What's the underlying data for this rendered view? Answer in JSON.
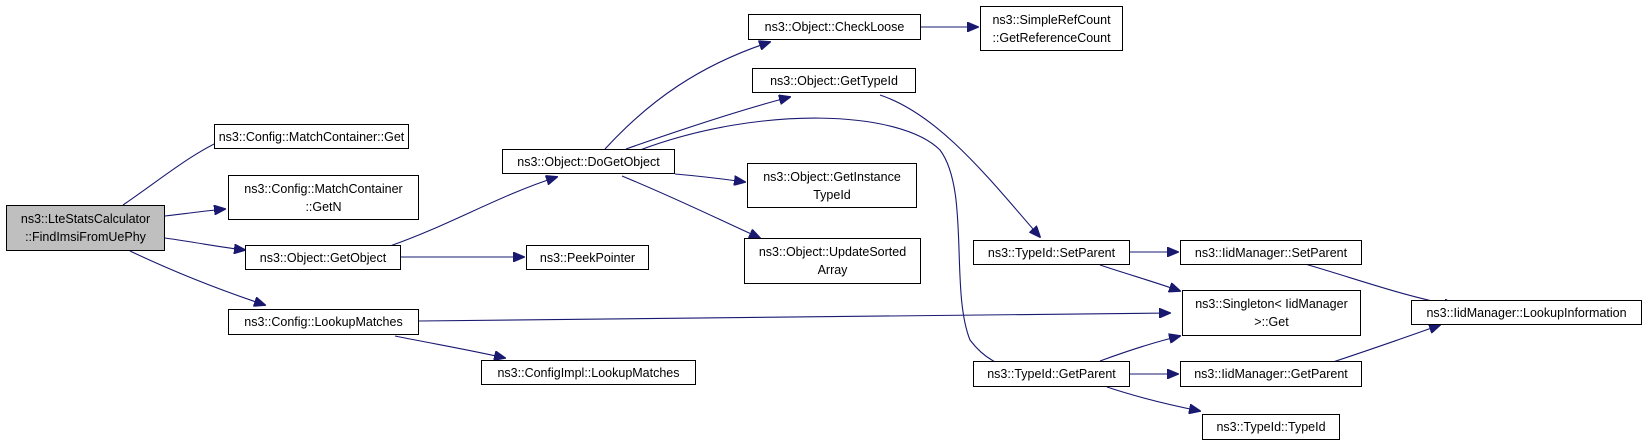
{
  "colors": {
    "edge": "#191970",
    "root_fill": "#bfbfbf",
    "node_fill": "#ffffff"
  },
  "nodes": {
    "root": [
      "ns3::LteStatsCalculator",
      "::FindImsiFromUePhy"
    ],
    "mc_get": [
      "ns3::Config::MatchContainer::Get"
    ],
    "mc_getn": [
      "ns3::Config::MatchContainer",
      "::GetN"
    ],
    "getobject": [
      "ns3::Object::GetObject"
    ],
    "lookupmatches": [
      "ns3::Config::LookupMatches"
    ],
    "dogetobject": [
      "ns3::Object::DoGetObject"
    ],
    "peekpointer": [
      "ns3::PeekPointer"
    ],
    "configimpl": [
      "ns3::ConfigImpl::LookupMatches"
    ],
    "checkloose": [
      "ns3::Object::CheckLoose"
    ],
    "gettypeid": [
      "ns3::Object::GetTypeId"
    ],
    "getinstance": [
      "ns3::Object::GetInstance",
      "TypeId"
    ],
    "updatesorted": [
      "ns3::Object::UpdateSorted",
      "Array"
    ],
    "simplerefcount": [
      "ns3::SimpleRefCount",
      "::GetReferenceCount"
    ],
    "setparent": [
      "ns3::TypeId::SetParent"
    ],
    "getparent": [
      "ns3::TypeId::GetParent"
    ],
    "iid_setparent": [
      "ns3::IidManager::SetParent"
    ],
    "singleton": [
      "ns3::Singleton< IidManager",
      ">::Get"
    ],
    "iid_getparent": [
      "ns3::IidManager::GetParent"
    ],
    "typeid_typeid": [
      "ns3::TypeId::TypeId"
    ],
    "lookupinfo": [
      "ns3::IidManager::LookupInformation"
    ]
  }
}
